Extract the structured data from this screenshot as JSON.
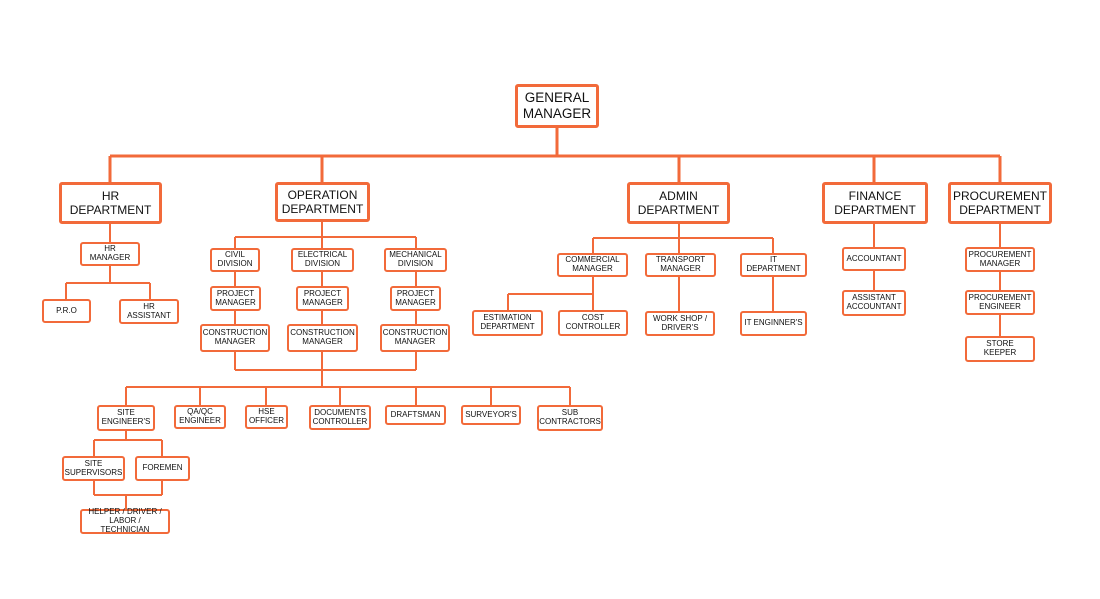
{
  "org": {
    "gm": "GENERAL\nMANAGER",
    "hr": {
      "title": "HR\nDEPARTMENT",
      "manager": "HR\nMANAGER",
      "pro": "P.R.O",
      "assistant": "HR\nASSISTANT"
    },
    "operation": {
      "title": "OPERATION\nDEPARTMENT",
      "civil": "CIVIL\nDIVISION",
      "electrical": "ELECTRICAL\nDIVISION",
      "mechanical": "MECHANICAL\nDIVISION",
      "project_manager": "PROJECT\nMANAGER",
      "construction_manager": "CONSTRUCTION\nMANAGER",
      "site_engineers": "SITE\nENGINEER'S",
      "qaqc": "QA/QC\nENGINEER",
      "hse": "HSE\nOFFICER",
      "documents": "DOCUMENTS\nCONTROLLER",
      "draftsman": "DRAFTSMAN",
      "surveyors": "SURVEYOR'S",
      "sub": "SUB\nCONTRACTORS",
      "site_supervisors": "SITE\nSUPERVISORS",
      "foremen": "FOREMEN",
      "helper": "HELPER / DRIVER /\nLABOR / TECHNICIAN"
    },
    "admin": {
      "title": "ADMIN\nDEPARTMENT",
      "commercial": "COMMERCIAL\nMANAGER",
      "transport": "TRANSPORT\nMANAGER",
      "it": "IT\nDEPARTMENT",
      "estimation": "ESTIMATION\nDEPARTMENT",
      "cost": "COST\nCONTROLLER",
      "workshop": "WORK SHOP /\nDRIVER'S",
      "it_engineers": "IT ENGINNER'S"
    },
    "finance": {
      "title": "FINANCE\nDEPARTMENT",
      "accountant": "ACCOUNTANT",
      "assistant": "ASSISTANT\nACCOUNTANT"
    },
    "procurement": {
      "title": "PROCUREMENT\nDEPARTMENT",
      "manager": "PROCUREMENT\nMANAGER",
      "engineer": "PROCUREMENT\nENGINEER",
      "store": "STORE KEEPER"
    }
  }
}
